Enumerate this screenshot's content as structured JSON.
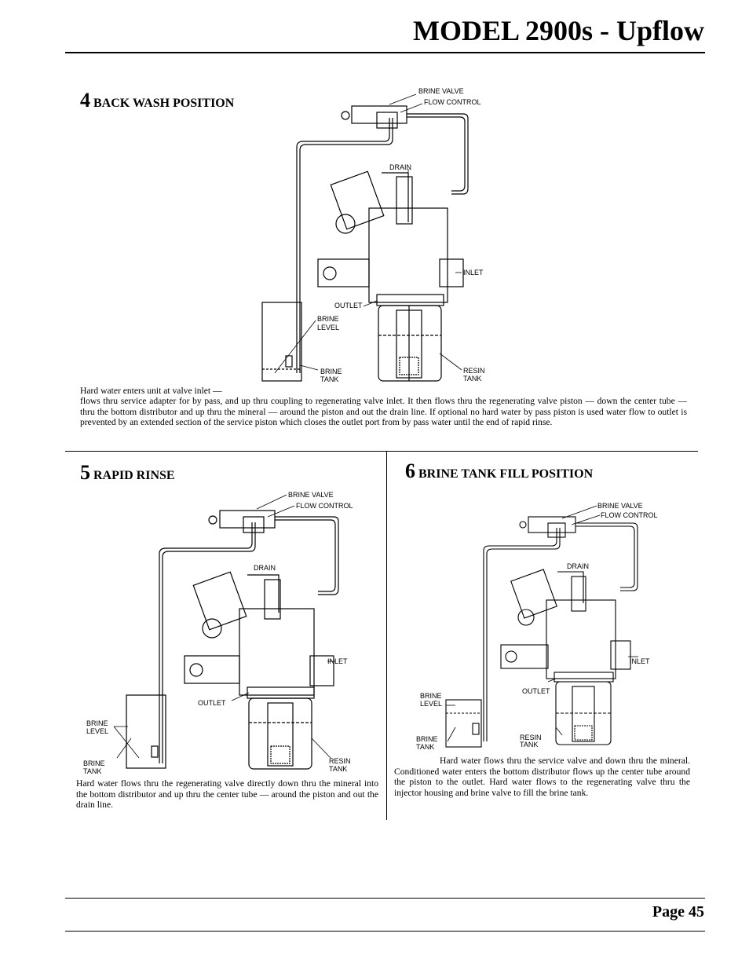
{
  "header": {
    "title": "MODEL 2900s - Upflow"
  },
  "sections": [
    {
      "number": "4",
      "title": "BACK WASH POSITION",
      "text_lead": "Hard water enters unit at valve inlet —",
      "text_body": "flows thru service adapter for by pass, and up thru coupling to regenerating valve inlet. It then flows thru the regenerating valve piston — down the center tube — thru the bottom distributor and up thru the mineral — around the piston and out the drain line. If optional no hard water by pass piston is used water flow to outlet is prevented by an extended section of the service piston which closes the outlet port from by pass water until the end of rapid rinse.",
      "labels": {
        "brine_valve": "BRINE VALVE",
        "flow_control": "FLOW CONTROL",
        "drain": "DRAIN",
        "inlet": "INLET",
        "outlet": "OUTLET",
        "brine_level_1": "BRINE",
        "brine_level_2": "LEVEL",
        "brine_tank_1": "BRINE",
        "brine_tank_2": "TANK",
        "resin_tank_1": "RESIN",
        "resin_tank_2": "TANK"
      }
    },
    {
      "number": "5",
      "title": "RAPID RINSE",
      "text": "Hard water flows thru the regenerating valve directly down thru the mineral into the bottom distributor and up thru the center tube — around the piston and out the drain line.",
      "labels": {
        "brine_valve": "BRINE VALVE",
        "flow_control": "FLOW CONTROL",
        "drain": "DRAIN",
        "inlet": "INLET",
        "outlet": "OUTLET",
        "brine_level_1": "BRINE",
        "brine_level_2": "LEVEL",
        "brine_tank_1": "BRINE",
        "brine_tank_2": "TANK",
        "resin_tank_1": "RESIN",
        "resin_tank_2": "TANK"
      }
    },
    {
      "number": "6",
      "title": "BRINE TANK FILL POSITION",
      "text": "Hard water flows thru the service valve and down thru the mineral. Conditioned water enters the bottom distributor flows up the center tube around the piston to the outlet. Hard water flows to the regenerating valve thru the injector housing and brine valve to fill the brine tank.",
      "labels": {
        "brine_valve": "BRINE VALVE",
        "flow_control": "FLOW CONTROL",
        "drain": "DRAIN",
        "inlet": "INLET",
        "outlet": "OUTLET",
        "brine_level_1": "BRINE",
        "brine_level_2": "LEVEL",
        "brine_tank_1": "BRINE",
        "brine_tank_2": "TANK",
        "resin_tank_1": "RESIN",
        "resin_tank_2": "TANK"
      }
    }
  ],
  "footer": {
    "page": "Page 45"
  }
}
